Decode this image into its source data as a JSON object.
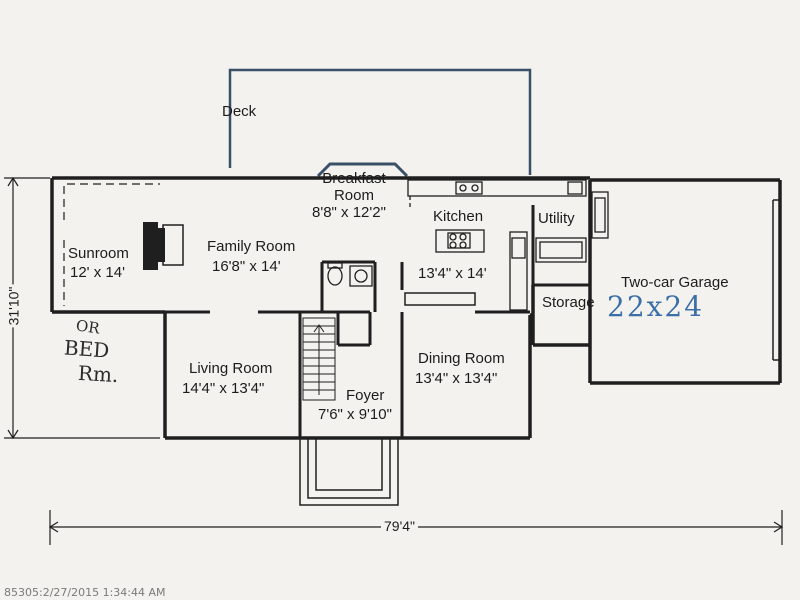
{
  "rooms": {
    "deck": {
      "name": "Deck"
    },
    "breakfast": {
      "name_line1": "Breakfast",
      "name_line2": "Room",
      "dims": "8'8\" x 12'2\""
    },
    "kitchen": {
      "name": "Kitchen",
      "dims": "13'4\" x 14'"
    },
    "utility": {
      "name": "Utility"
    },
    "sunroom": {
      "name": "Sunroom",
      "dims": "12' x 14'"
    },
    "family": {
      "name": "Family Room",
      "dims": "16'8\" x 14'"
    },
    "garage": {
      "name": "Two-car Garage"
    },
    "storage": {
      "name": "Storage"
    },
    "living": {
      "name": "Living Room",
      "dims": "14'4\" x 13'4\""
    },
    "dining": {
      "name": "Dining Room",
      "dims": "13'4\" x 13'4\""
    },
    "foyer": {
      "name": "Foyer",
      "dims": "7'6\" x 9'10\""
    }
  },
  "dimensions": {
    "overall_width": "79'4\"",
    "overall_depth": "31'10\""
  },
  "handwritten_notes": {
    "garage_size": "22x24",
    "alt_use_line1": "OR",
    "alt_use_line2": "BED",
    "alt_use_line3": "Rm."
  },
  "footer": {
    "stamp": "85305:2/27/2015 1:34:44 AM"
  },
  "colors": {
    "wall": "#1f1f1f",
    "deck_line": "#3a5068",
    "pen_blue": "#3c6fa8",
    "paper": "#f3f2ee"
  }
}
